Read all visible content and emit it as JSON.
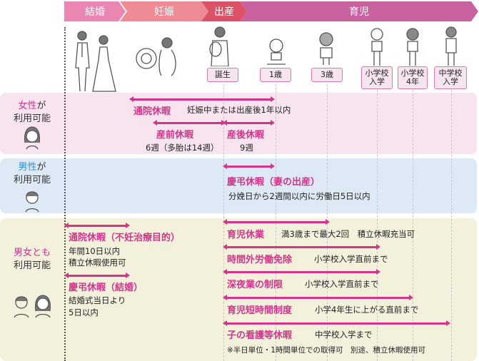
{
  "stages": [
    "結婚",
    "妊娠",
    "出産",
    "育児"
  ],
  "ages": [
    "誕生",
    "1歳",
    "3歳",
    "小学校\n入学",
    "小学校\n4年",
    "中学校\n入学"
  ],
  "groups": {
    "female": {
      "hl": "女性",
      "rest": "が",
      "line2": "利用可能"
    },
    "male": {
      "hl": "男性",
      "rest": "が",
      "line2": "利用可能"
    },
    "both": {
      "hl": "男女とも",
      "line2": "利用可能"
    }
  },
  "female_items": [
    {
      "title": "通院休暇",
      "desc": "妊娠中または出産後1年以内"
    },
    {
      "title": "産前休暇",
      "desc": "6週（多胎は14週）"
    },
    {
      "title": "産後休暇",
      "desc": "9週"
    }
  ],
  "male_items": [
    {
      "title": "慶弔休暇（妻の出産）",
      "desc": "分娩日から2週間以内に労働日5日以内"
    }
  ],
  "both_left": [
    {
      "title": "通院休暇（不妊治療目的）",
      "desc1": "年間10日以内",
      "desc2": "積立休暇使用可"
    },
    {
      "title": "慶弔休暇（結婚）",
      "desc1": "結婚式当日より",
      "desc2": "5日以内"
    }
  ],
  "both_right": [
    {
      "title": "育児休業",
      "desc": "満3歳まで最大2回　積立休暇充当可"
    },
    {
      "title": "時間外労働免除",
      "desc": "小学校入学直前まで"
    },
    {
      "title": "深夜業の制限",
      "desc": "小学校入学直前まで"
    },
    {
      "title": "育児短時間制度",
      "desc": "小学4年生に上がる直前まで"
    },
    {
      "title": "子の看護等休暇",
      "desc": "中学校入学まで"
    }
  ],
  "footnote": "※半日単位・1時間単位での取得可　別途、積立休暇使用可",
  "colors": {
    "accent": "#d6338a",
    "female_bg": "#f7e4ee",
    "male_bg": "#dde9f5",
    "both_bg": "#f3f0dc"
  }
}
